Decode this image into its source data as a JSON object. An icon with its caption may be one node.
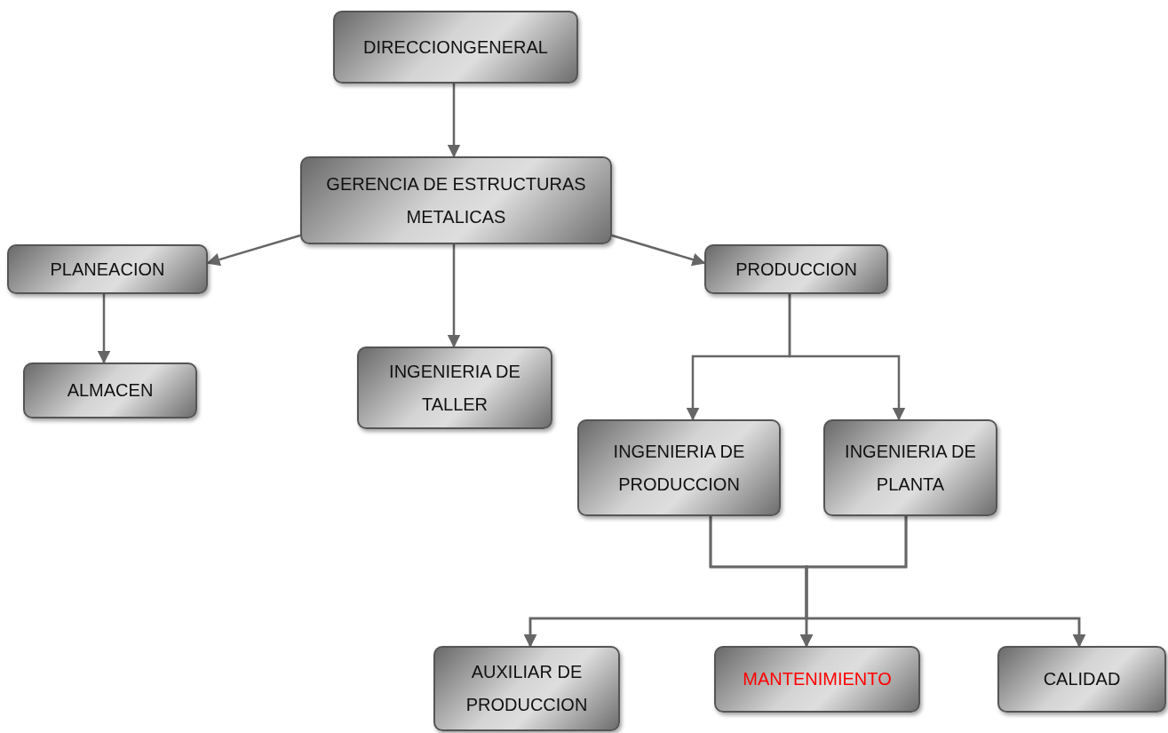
{
  "diagram": {
    "nodes": [
      {
        "text": [
          "DIRECCIONGENERAL"
        ]
      },
      {
        "text": [
          "GERENCIA DE ESTRUCTURAS METALICAS"
        ]
      },
      {
        "text": [
          "PLANEACION"
        ]
      },
      {
        "text": [
          "PRODUCCION"
        ]
      },
      {
        "text": [
          "ALMACEN"
        ]
      },
      {
        "text": [
          "INGENIERIA DE TALLER"
        ]
      },
      {
        "text": [
          "INGENIERIA DE PRODUCCION"
        ]
      },
      {
        "text": [
          "INGENIERIA DE PLANTA"
        ]
      },
      {
        "text": [
          "AUXILIAR DE PRODUCCION"
        ]
      },
      {
        "text": [
          "MANTENIMIENTO"
        ]
      },
      {
        "text": [
          "CALIDAD"
        ]
      }
    ],
    "edges": [
      {
        "from": 0,
        "to": 1,
        "arrow": "to"
      },
      {
        "from": 1,
        "to": 2,
        "arrow": "to"
      },
      {
        "from": 1,
        "to": 3,
        "arrow": "to"
      },
      {
        "from": 1,
        "to": 5,
        "arrow": "to"
      },
      {
        "from": 2,
        "to": 4,
        "arrow": "to"
      },
      {
        "from": 3,
        "to": 6,
        "arrow": "to"
      },
      {
        "from": 3,
        "to": 7,
        "arrow": "to"
      },
      {
        "from": 6,
        "to": 8,
        "arrow": "to"
      },
      {
        "from": 6,
        "to": 9,
        "arrow": "to"
      },
      {
        "from": 6,
        "to": 10,
        "arrow": "to"
      },
      {
        "from": 7,
        "to": 8,
        "arrow": "to"
      },
      {
        "from": 7,
        "to": 9,
        "arrow": "to"
      },
      {
        "from": 7,
        "to": 10,
        "arrow": "to"
      }
    ]
  }
}
